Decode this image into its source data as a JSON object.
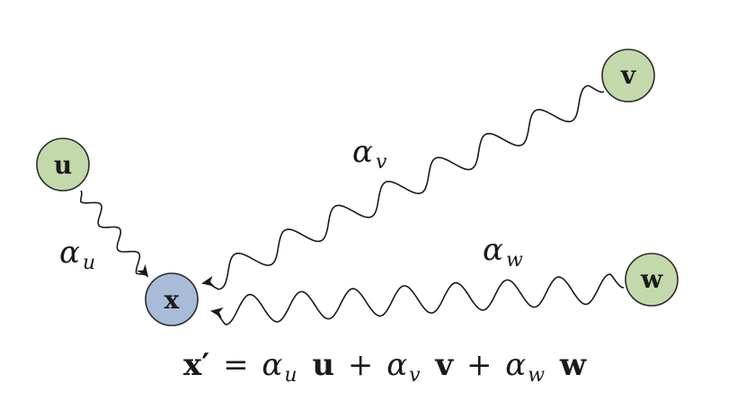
{
  "nodes": {
    "u": {
      "label": "u",
      "color": "#c3d9ab"
    },
    "v": {
      "label": "v",
      "color": "#c3d9ab"
    },
    "w": {
      "label": "w",
      "color": "#c3d9ab"
    },
    "x": {
      "label": "x",
      "color": "#a8bbd8"
    }
  },
  "edges": {
    "u": {
      "alpha": "α",
      "subscript": "u"
    },
    "v": {
      "alpha": "α",
      "subscript": "v"
    },
    "w": {
      "alpha": "α",
      "subscript": "w"
    }
  },
  "equation": {
    "lhs": "x′",
    "equals": "=",
    "alpha": "α",
    "sub_u": "u",
    "term_u": "u",
    "sub_v": "v",
    "term_v": "v",
    "sub_w": "w",
    "term_w": "w",
    "plus": "+"
  },
  "colors": {
    "stroke": "#1a1a1a",
    "node_border": "#2b2b2b"
  }
}
